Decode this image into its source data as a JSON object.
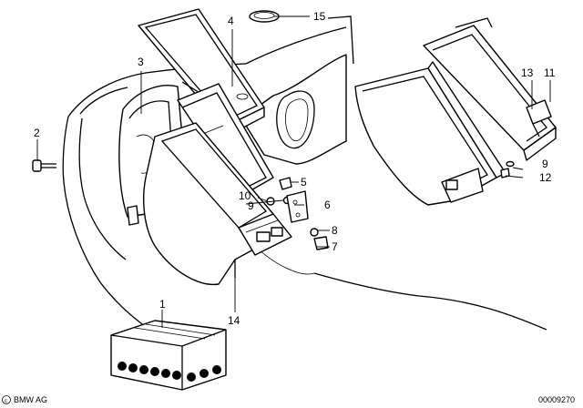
{
  "labels": {
    "l1": "1",
    "l2": "2",
    "l3": "3",
    "l4": "4",
    "l5": "5",
    "l6": "6",
    "l7": "7",
    "l8": "8",
    "l9a": "9",
    "l9b": "9",
    "l10": "10",
    "l11": "11",
    "l12": "12",
    "l13": "13",
    "l14": "14",
    "l15": "15"
  },
  "footer": {
    "brand": "BMW AG",
    "code": "00009270"
  }
}
